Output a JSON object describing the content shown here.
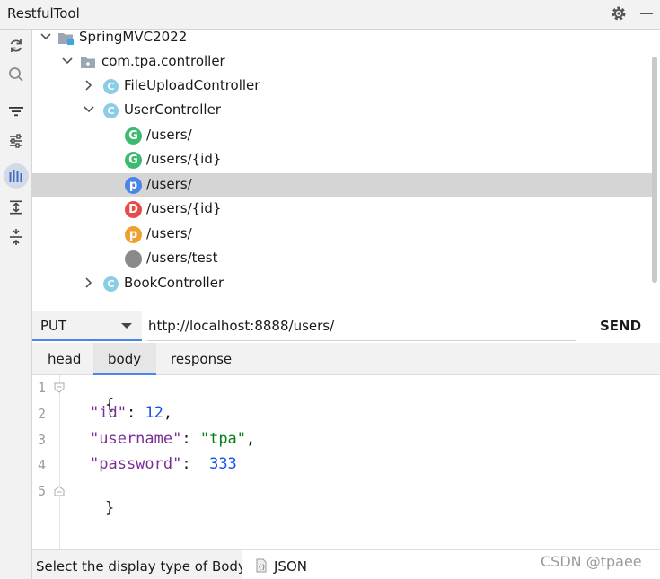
{
  "window": {
    "title": "RestfulTool"
  },
  "toolbar": {
    "buttons": [
      "refresh-icon",
      "search-icon",
      "filter-icon",
      "settings-sliders-icon",
      "api-list-icon",
      "expand-all-icon",
      "collapse-all-icon"
    ]
  },
  "tree": {
    "project": "SpringMVC2022",
    "package": "com.tpa.controller",
    "controllers": [
      {
        "name": "FileUploadController",
        "badge": "C",
        "expanded": false
      },
      {
        "name": "UserController",
        "badge": "C",
        "expanded": true
      },
      {
        "name": "BookController",
        "badge": "C",
        "expanded": false
      }
    ],
    "endpoints": [
      {
        "method_badge": "G",
        "path": "/users/",
        "color": "#3dba6f"
      },
      {
        "method_badge": "G",
        "path": "/users/{id}",
        "color": "#3dba6f"
      },
      {
        "method_badge": "p",
        "path": "/users/",
        "color": "#4a86e8",
        "selected": true
      },
      {
        "method_badge": "D",
        "path": "/users/{id}",
        "color": "#e84a4a"
      },
      {
        "method_badge": "p",
        "path": "/users/",
        "color": "#f0a030"
      },
      {
        "method_badge": "",
        "path": "/users/test",
        "color": "#8a8a8a"
      }
    ]
  },
  "request": {
    "method": "PUT",
    "url": "http://localhost:8888/users/",
    "send_label": "SEND"
  },
  "tabs": [
    {
      "label": "head",
      "active": false
    },
    {
      "label": "body",
      "active": true
    },
    {
      "label": "response",
      "active": false
    }
  ],
  "editor": {
    "line_numbers": [
      "1",
      "2",
      "3",
      "4",
      "5"
    ],
    "open_brace": "{",
    "close_brace": "}",
    "lines": [
      {
        "key": "\"id\"",
        "sep": ": ",
        "value": "12",
        "value_type": "num",
        "trail": ","
      },
      {
        "key": "\"username\"",
        "sep": ": ",
        "value": "\"tpa\"",
        "value_type": "str",
        "trail": ","
      },
      {
        "key": "\"password\"",
        "sep": ":  ",
        "value": "333",
        "value_type": "num",
        "trail": ""
      }
    ]
  },
  "footer": {
    "label": "Select the display type of Body:",
    "type_value": "JSON"
  },
  "watermark": "CSDN @tpaee",
  "colors": {
    "accent": "#4a86e8",
    "selected_row": "#d5d5d5",
    "json_key": "#7a2d97",
    "json_number": "#1750eb",
    "json_string": "#067d17"
  }
}
